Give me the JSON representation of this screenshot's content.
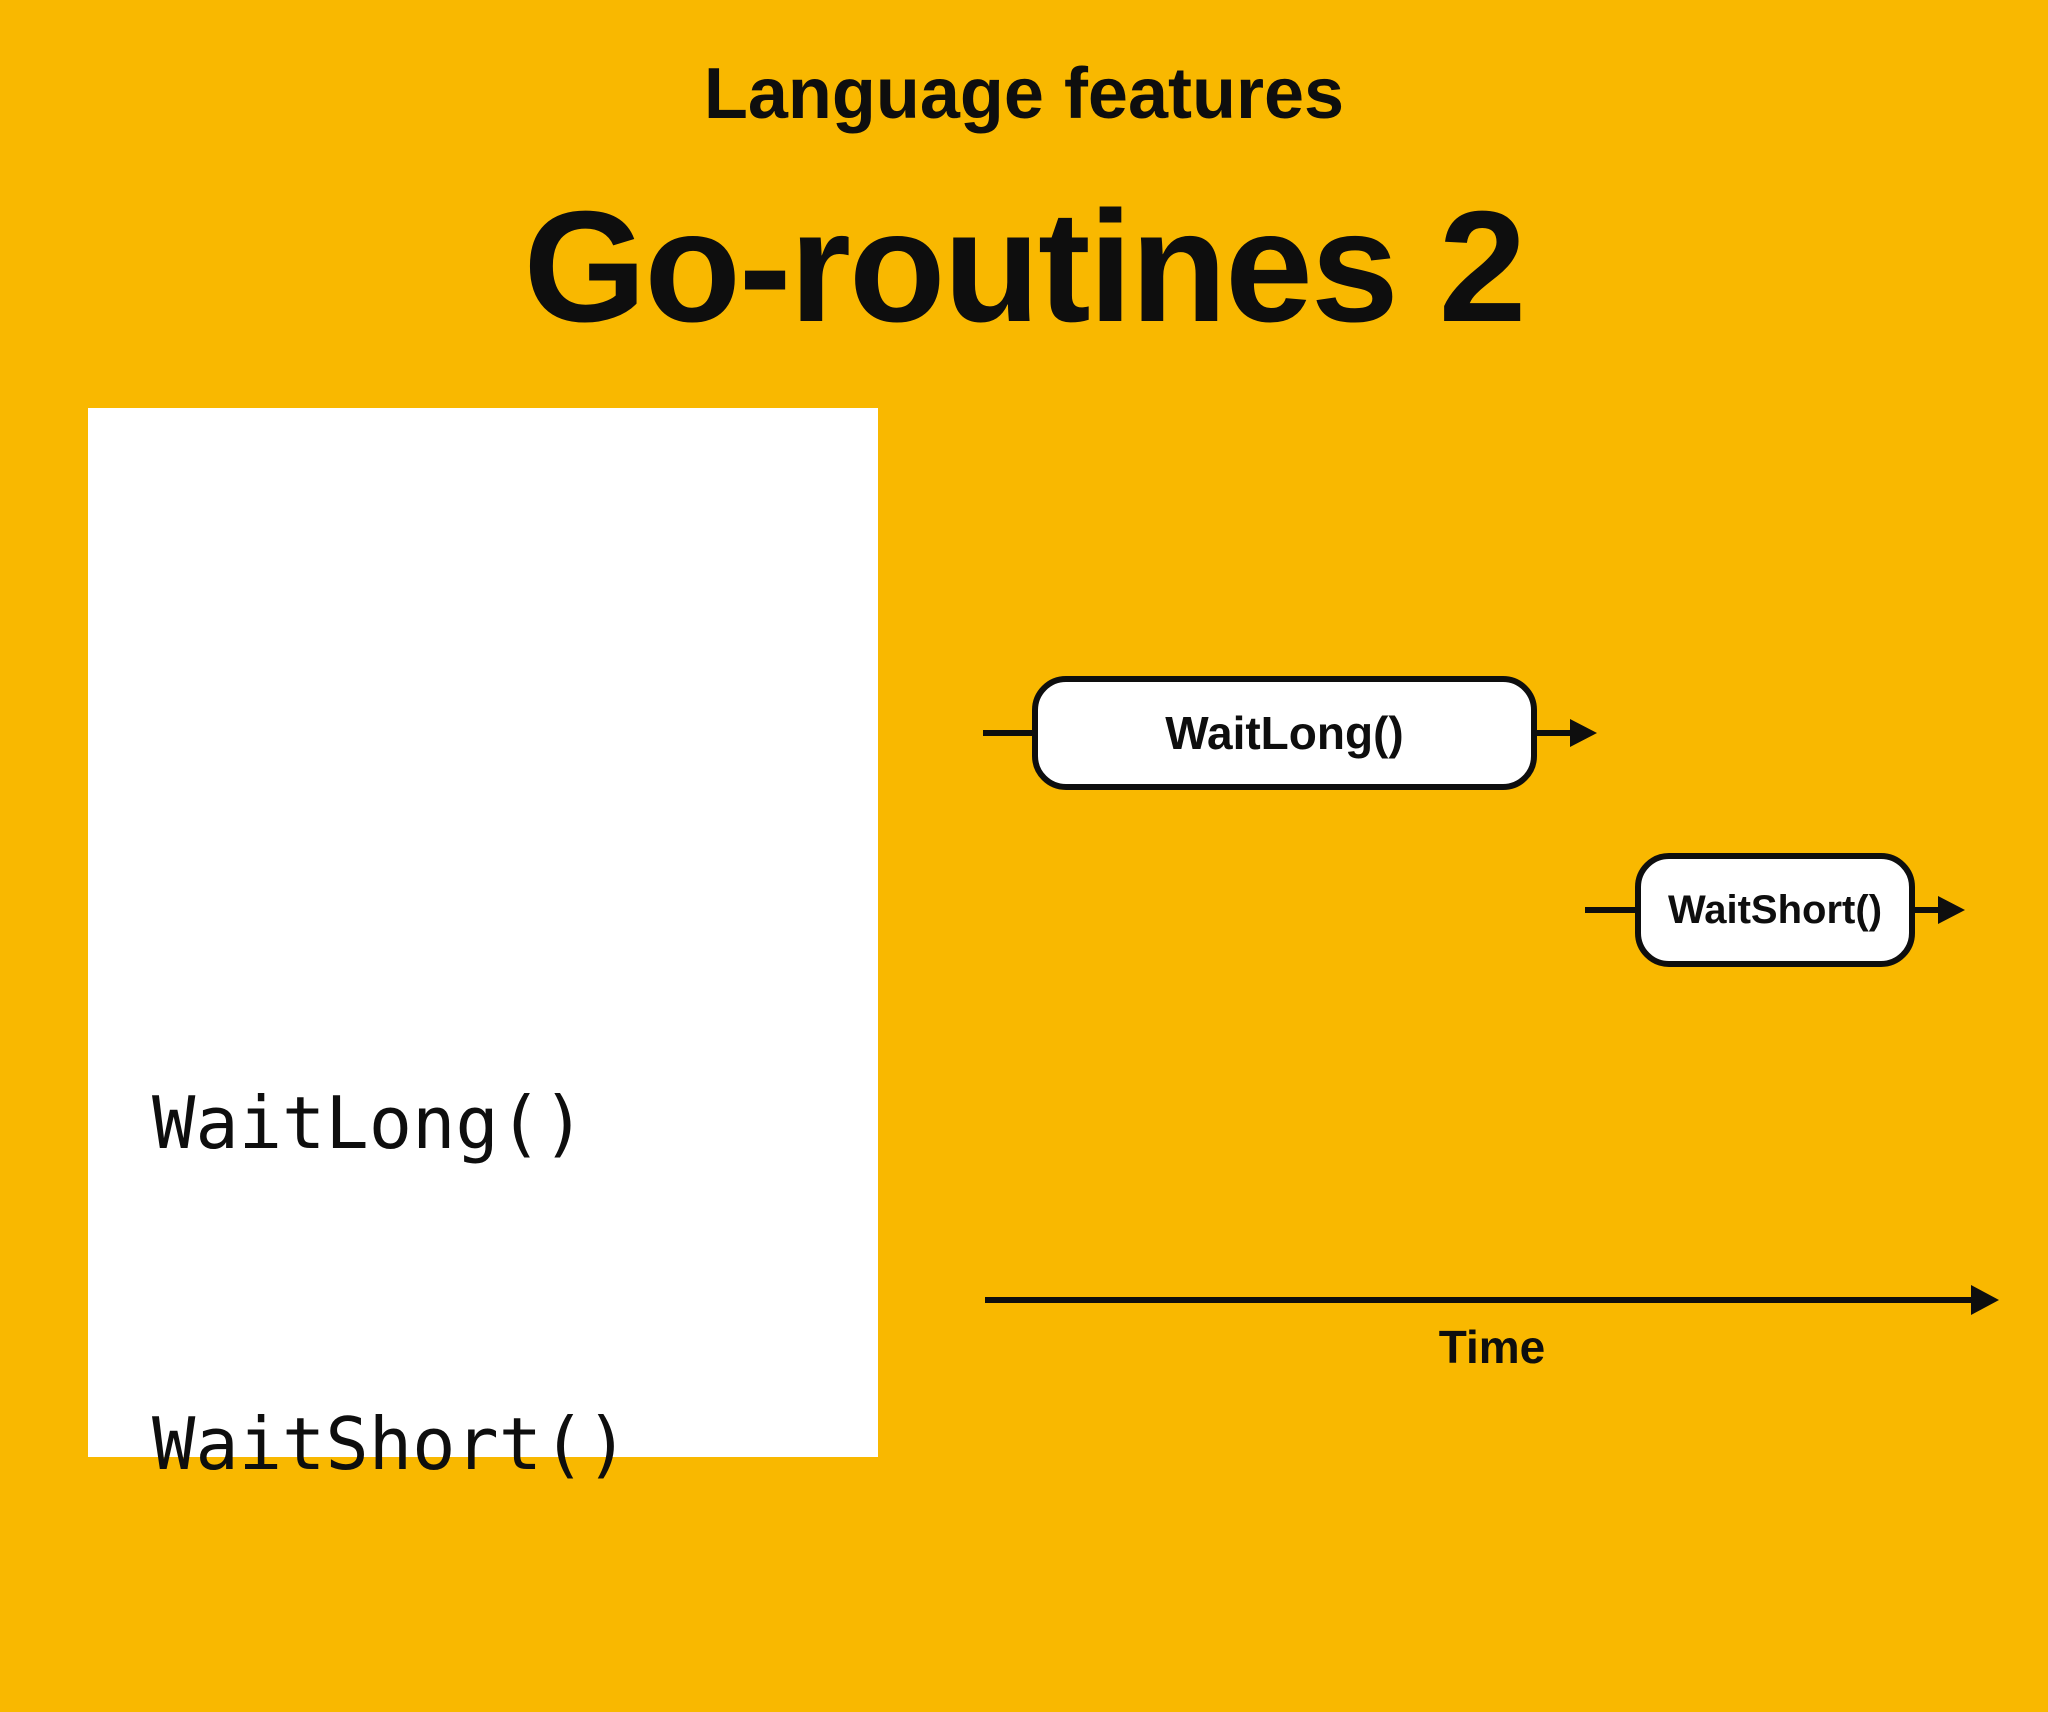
{
  "slide": {
    "eyebrow": "Language features",
    "title": "Go-routines 2"
  },
  "code_panel": {
    "lines": [
      "WaitLong()",
      "WaitShort()"
    ]
  },
  "timeline": {
    "events": [
      {
        "label": "WaitLong()"
      },
      {
        "label": "WaitShort()"
      }
    ],
    "axis_label": "Time"
  },
  "colors": {
    "background": "#F9B800",
    "panel": "#FFFFFF",
    "ink": "#0E0E0E",
    "box_fill": "#FFFFFF"
  }
}
